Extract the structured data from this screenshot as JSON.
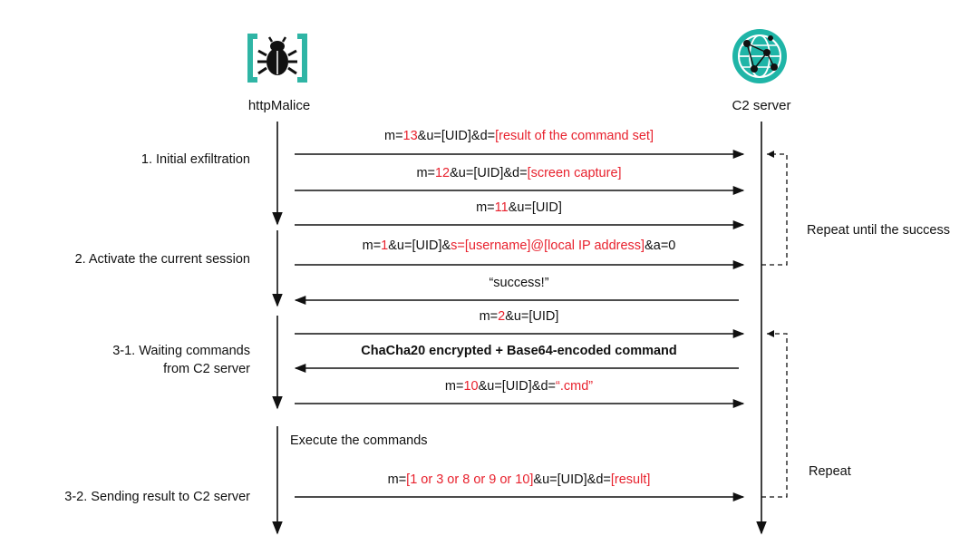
{
  "actors": {
    "client": {
      "label": "httpMalice",
      "icon": "bug-icon"
    },
    "server": {
      "label": "C2 server",
      "icon": "globe-network-icon"
    }
  },
  "phases": [
    {
      "lines": [
        "1. Initial exfiltration"
      ]
    },
    {
      "lines": [
        "2. Activate the current session"
      ]
    },
    {
      "lines": [
        "3-1. Waiting commands",
        "from C2 server"
      ]
    },
    {
      "lines": [
        "3-2. Sending result to C2 server"
      ]
    }
  ],
  "messages": [
    {
      "parts": [
        {
          "t": "m="
        },
        {
          "t": "13",
          "hl": true
        },
        {
          "t": "&u=[UID]&d="
        },
        {
          "t": "[result of the command set]",
          "hl": true
        }
      ],
      "direction": "to-server"
    },
    {
      "parts": [
        {
          "t": "m="
        },
        {
          "t": "12",
          "hl": true
        },
        {
          "t": "&u=[UID]&d="
        },
        {
          "t": "[screen capture]",
          "hl": true
        }
      ],
      "direction": "to-server"
    },
    {
      "parts": [
        {
          "t": "m="
        },
        {
          "t": "11",
          "hl": true
        },
        {
          "t": "&u=[UID]"
        }
      ],
      "direction": "to-server"
    },
    {
      "parts": [
        {
          "t": "m="
        },
        {
          "t": "1",
          "hl": true
        },
        {
          "t": "&u=[UID]&"
        },
        {
          "t": "s=[username]@[local IP address]",
          "hl": true
        },
        {
          "t": "&a=0"
        }
      ],
      "direction": "to-server"
    },
    {
      "parts": [
        {
          "t": "“success!”"
        }
      ],
      "direction": "to-client"
    },
    {
      "parts": [
        {
          "t": "m="
        },
        {
          "t": "2",
          "hl": true
        },
        {
          "t": "&u=[UID]"
        }
      ],
      "direction": "to-server"
    },
    {
      "parts": [
        {
          "t": "ChaCha20 encrypted + Base64-encoded command"
        }
      ],
      "direction": "to-client",
      "bold": true
    },
    {
      "parts": [
        {
          "t": "m="
        },
        {
          "t": "10",
          "hl": true
        },
        {
          "t": "&u=[UID]&d="
        },
        {
          "t": "“.cmd”",
          "hl": true
        }
      ],
      "direction": "to-server"
    },
    {
      "parts": [
        {
          "t": "m="
        },
        {
          "t": "[1 or 3 or 8 or 9 or 10]",
          "hl": true
        },
        {
          "t": "&u=[UID]&d="
        },
        {
          "t": "[result]",
          "hl": true
        }
      ],
      "direction": "to-server"
    }
  ],
  "execute_note": "Execute the commands",
  "loops": [
    {
      "label": "Repeat until the success"
    },
    {
      "label": "Repeat"
    }
  ],
  "colors": {
    "highlight": "#e8222e",
    "bug_bracket": "#2fb5a5",
    "globe": "#1fb5a7"
  }
}
